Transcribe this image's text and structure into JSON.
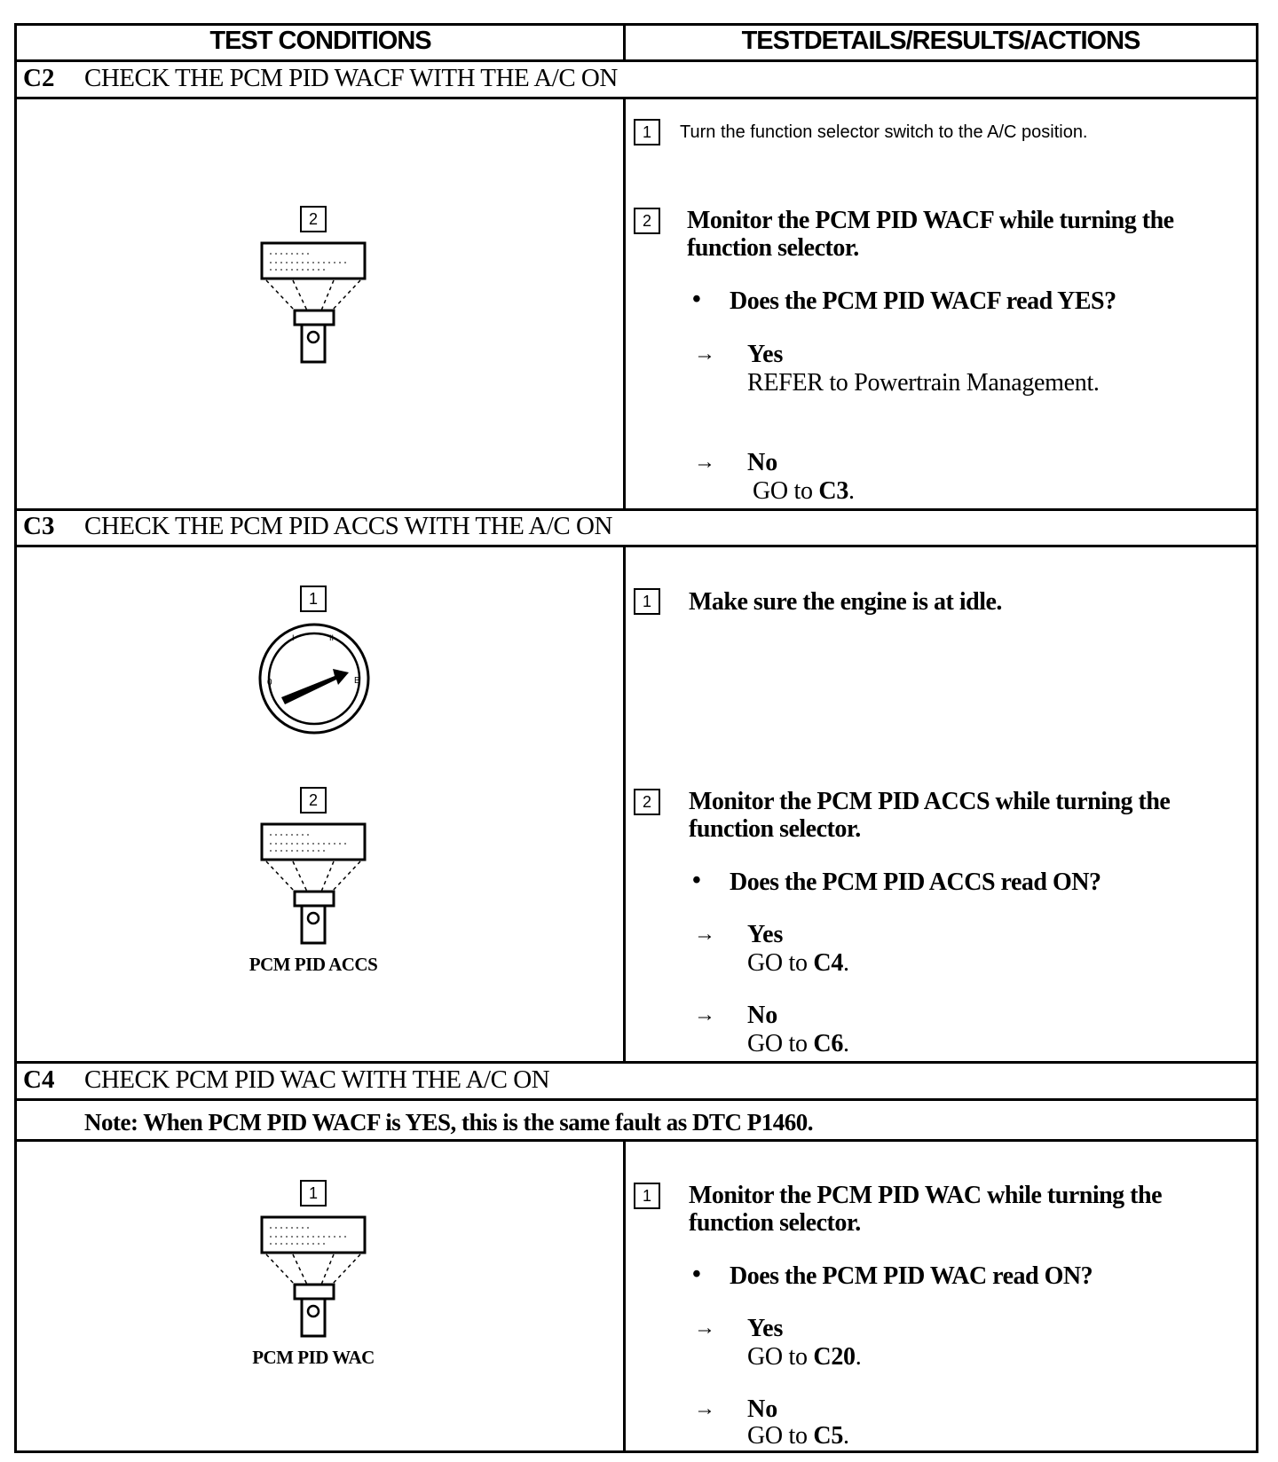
{
  "header": {
    "left": "TEST CONDITIONS",
    "right": "TESTDETAILS/RESULTS/ACTIONS"
  },
  "sections": {
    "c2": {
      "id": "C2",
      "title": "CHECK THE PCM PID WACF WITH THE A/C ON",
      "illustration_step": "2",
      "steps": [
        {
          "num": "1",
          "text": "Turn the function selector switch to the A/C position."
        },
        {
          "num": "2",
          "text_line1": "Monitor the PCM PID WACF while turning the",
          "text_line2": "function selector."
        }
      ],
      "question": "Does the PCM PID WACF read YES?",
      "yes": {
        "label": "Yes",
        "action": "REFER to Powertrain Management."
      },
      "no": {
        "label": "No",
        "action_prefix": "GO to ",
        "target": "C3",
        "suffix": "."
      }
    },
    "c3": {
      "id": "C3",
      "title": "CHECK THE PCM PID ACCS WITH THE A/C ON",
      "illustration_steps": [
        "1",
        "2"
      ],
      "caption": "PCM PID ACCS",
      "steps": [
        {
          "num": "1",
          "text": "Make sure the engine is at idle."
        },
        {
          "num": "2",
          "text_line1": "Monitor the PCM PID ACCS while turning the",
          "text_line2": "function selector."
        }
      ],
      "question": "Does the PCM PID ACCS read ON?",
      "yes": {
        "label": "Yes",
        "action_prefix": "GO to ",
        "target": "C4",
        "suffix": "."
      },
      "no": {
        "label": "No",
        "action_prefix": "GO to ",
        "target": "C6",
        "suffix": "."
      }
    },
    "c4": {
      "id": "C4",
      "title": "CHECK PCM PID WAC WITH THE A/C ON",
      "note_label": "Note:",
      "note_text": " When PCM PID WACF is YES, this is the same fault as DTC P1460.",
      "illustration_step": "1",
      "caption": "PCM PID WAC",
      "steps": [
        {
          "num": "1",
          "text_line1": "Monitor the PCM PID WAC while turning the",
          "text_line2": "function selector."
        }
      ],
      "question": "Does the PCM PID WAC read ON?",
      "yes": {
        "label": "Yes",
        "action_prefix": "GO to ",
        "target": "C20",
        "suffix": "."
      },
      "no": {
        "label": "No",
        "action_prefix": "GO to ",
        "target": "C5",
        "suffix": "."
      }
    }
  },
  "symbols": {
    "arrow": "→",
    "bullet": "•"
  },
  "icons": {
    "scan_tool": "scan-tool-icon",
    "ignition": "ignition-switch-icon"
  }
}
